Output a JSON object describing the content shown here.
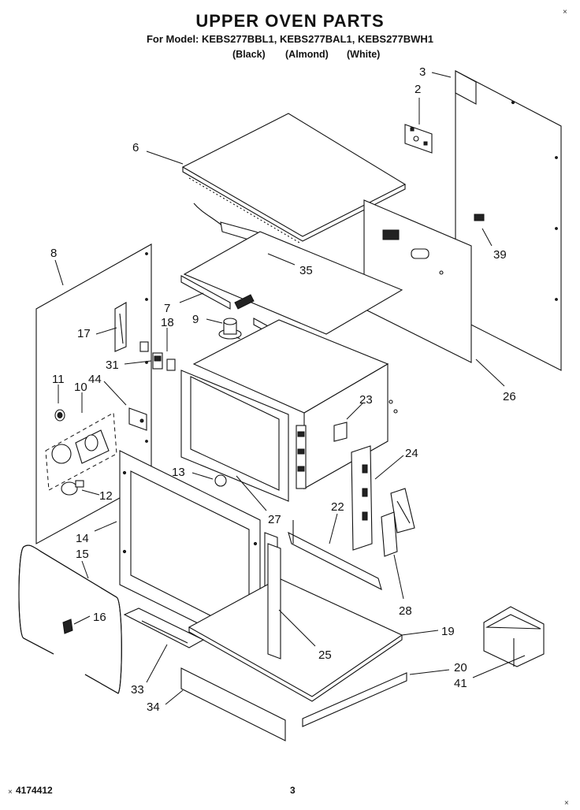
{
  "header": {
    "title": "UPPER OVEN PARTS",
    "model_line": "For Model: KEBS277BBL1, KEBS277BAL1, KEBS277BWH1",
    "colors": [
      "(Black)",
      "(Almond)",
      "(White)"
    ]
  },
  "footer": {
    "doc_number": "4174412",
    "page": "3"
  },
  "corner_marks": [
    "×",
    "×",
    "×"
  ],
  "callouts": [
    "3",
    "2",
    "6",
    "39",
    "35",
    "8",
    "7",
    "9",
    "18",
    "17",
    "31",
    "11",
    "10",
    "44",
    "26",
    "23",
    "24",
    "13",
    "22",
    "12",
    "14",
    "15",
    "27",
    "16",
    "28",
    "19",
    "25",
    "20",
    "41",
    "33",
    "34"
  ]
}
